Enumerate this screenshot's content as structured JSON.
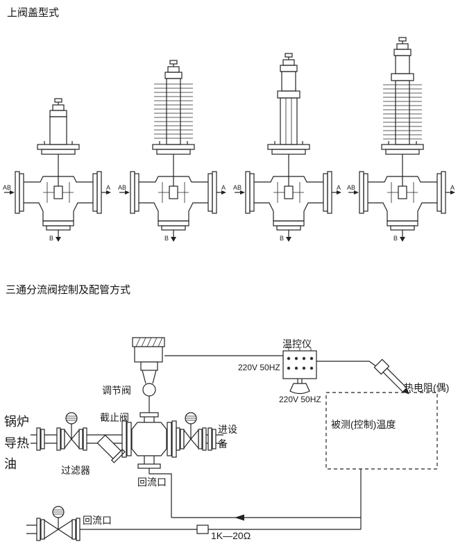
{
  "titles": {
    "bonnet_section": "上阀盖型式",
    "piping_section": "三通分流阀控制及配管方式"
  },
  "valve_ports": {
    "inlet": "AB",
    "outlet_a": "A",
    "outlet_b": "B"
  },
  "schematic_labels": {
    "temp_controller": "温控仪",
    "power_rating_top": "220V 50HZ",
    "power_rating_bottom": "220V 50HZ",
    "thermal_sensor": "热电阻(偶)",
    "measured_temperature": "被测(控制)温度",
    "control_valve": "调节阀",
    "stop_valve": "截止阀",
    "filter": "过滤器",
    "to_equipment": "进设备",
    "return_port_middle": "回流口",
    "return_port_bottom": "回流口",
    "sensor_resistance": "1K—20Ω",
    "boiler_heat_oil": "锅炉导热油"
  }
}
